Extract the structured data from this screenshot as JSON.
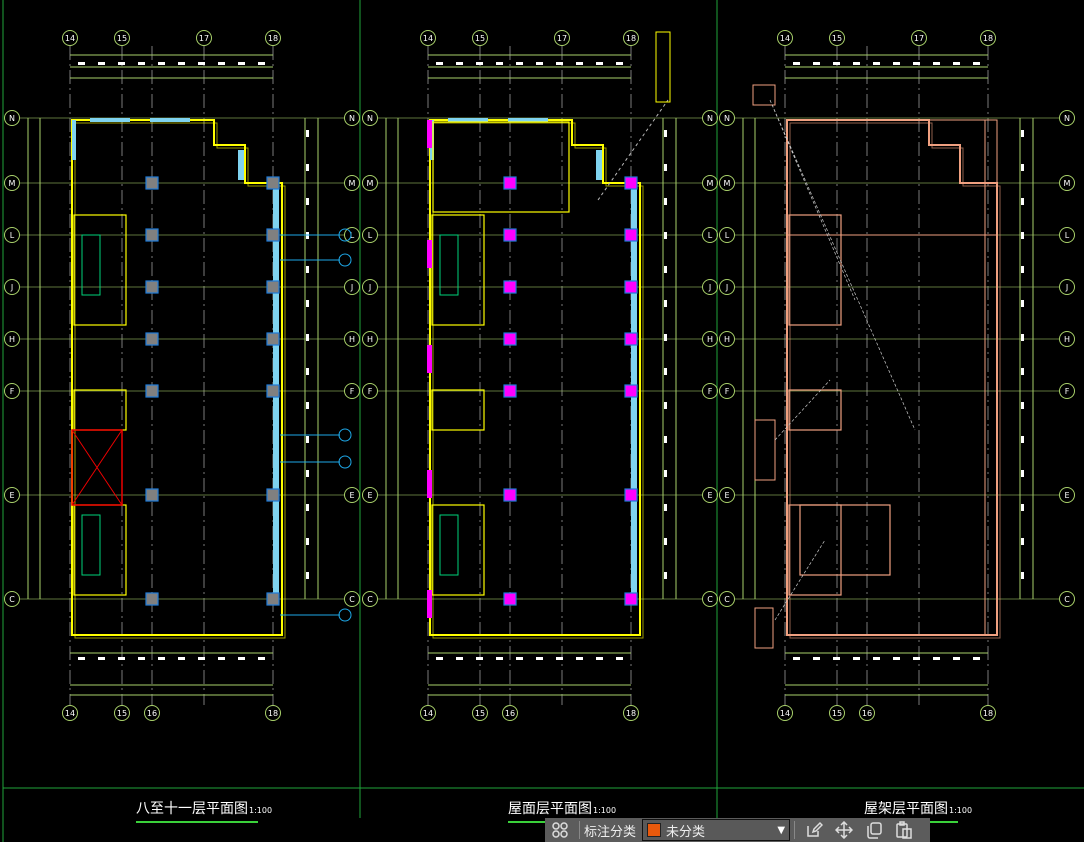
{
  "drawings": [
    {
      "title": "八至十一层平面图",
      "scale": "1:100",
      "style": "floor"
    },
    {
      "title": "屋面层平面图",
      "scale": "1:100",
      "style": "roof"
    },
    {
      "title": "屋架层平面图",
      "scale": "1:100",
      "style": "truss"
    }
  ],
  "grid": {
    "rows": [
      "N",
      "M",
      "L",
      "J",
      "H",
      "F",
      "E",
      "C"
    ],
    "top_columns": [
      "14",
      "15",
      "17",
      "18"
    ],
    "bottom_columns": [
      "14",
      "15",
      "16",
      "18"
    ]
  },
  "toolbar": {
    "category_label": "标注分类",
    "category_value": "未分类",
    "category_color": "#e8590c",
    "icons": [
      "layout-icon",
      "edit-icon",
      "move-icon",
      "copy-icon",
      "paste-icon"
    ]
  },
  "colors": {
    "axis": "#a8d06a",
    "wall": "#ffff00",
    "glass": "#7fd3f0",
    "column": "#808080",
    "roof_accent": "#ff00ff",
    "truss_wall": "#f0a080",
    "frame": "#1fa53a"
  }
}
